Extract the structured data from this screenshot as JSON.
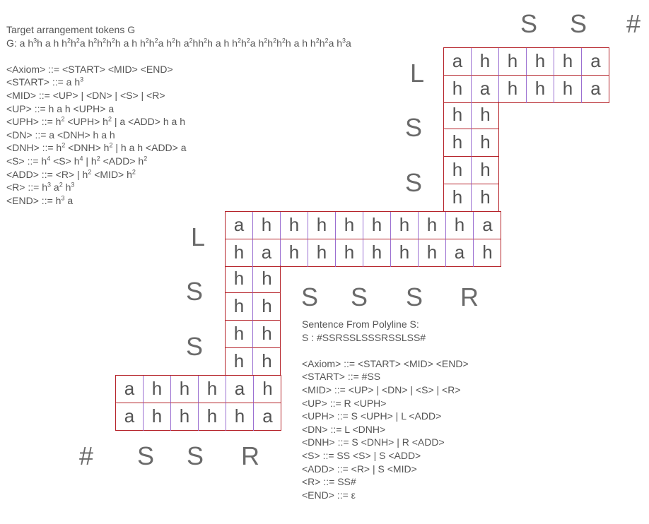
{
  "grammar_g": {
    "title": "Target arrangement tokens G",
    "string_html": "G: a h<sup>3</sup>h a h h<sup>2</sup>h<sup>2</sup>a h<sup>2</sup>h<sup>2</sup>h<sup>2</sup>h a h h<sup>2</sup>h<sup>2</sup>a h<sup>2</sup>h a<sup>2</sup>hh<sup>2</sup>h a h h<sup>2</sup>h<sup>2</sup>a h<sup>2</sup>h<sup>2</sup>h<sup>2</sup>h a h h<sup>2</sup>h<sup>2</sup>a h<sup>3</sup>a",
    "rules_html": [
      "&lt;Axiom&gt; ::= &lt;START&gt; &lt;MID&gt; &lt;END&gt;",
      "&lt;START&gt; ::= a h<sup>3</sup>",
      "&lt;MID&gt; ::= &lt;UP&gt; | &lt;DN&gt; | &lt;S&gt; | &lt;R&gt;",
      "&lt;UP&gt; ::= h a h &lt;UPH&gt; a",
      "&lt;UPH&gt; ::= h<sup>2</sup> &lt;UPH&gt; h<sup>2</sup> | a &lt;ADD&gt; h a h",
      "&lt;DN&gt; ::= a &lt;DNH&gt; h a h",
      "&lt;DNH&gt; ::= h<sup>2</sup> &lt;DNH&gt; h<sup>2</sup> | h a h &lt;ADD&gt; a",
      "&lt;S&gt; ::= h<sup>4</sup> &lt;S&gt; h<sup>4</sup> | h<sup>2</sup> &lt;ADD&gt; h<sup>2</sup>",
      "&lt;ADD&gt; ::= &lt;R&gt; | h<sup>2</sup> &lt;MID&gt; h<sup>2</sup>",
      "&lt;R&gt; ::= h<sup>3</sup> a<sup>2</sup> h<sup>3</sup>",
      "&lt;END&gt; ::= h<sup>3</sup> a"
    ]
  },
  "grammar_s": {
    "title": "Sentence From Polyline S:",
    "sentence": "S : #SSRSSLSSSRSSLSS#",
    "rules": [
      "<Axiom> ::= <START> <MID> <END>",
      "<START> ::= #SS",
      "<MID> ::= <UP> | <DN> | <S> | <R>",
      "<UP> ::= R <UPH>",
      "<UPH> ::= S <UPH> | L <ADD>",
      "<DN> ::= L <DNH>",
      "<DNH> ::= S <DNH> | R <ADD>",
      "<S> ::= SS <S> | S <ADD>",
      "<ADD> ::= <R> | S <MID>",
      "<R> ::= SS#",
      "<END> ::= ε"
    ]
  },
  "symbols": {
    "top": [
      "S",
      "S",
      "#"
    ],
    "upper_left_column": [
      "L",
      "S",
      "S"
    ],
    "middle_left_column": [
      "L",
      "S",
      "S"
    ],
    "middle_row": [
      "S",
      "S",
      "S",
      "R"
    ],
    "bottom_row": [
      "#",
      "S",
      "S",
      "R"
    ]
  },
  "grids": {
    "top_block": [
      [
        "a",
        "h",
        "h",
        "h",
        "h",
        "a"
      ],
      [
        "h",
        "a",
        "h",
        "h",
        "h",
        "a"
      ]
    ],
    "upper_column": [
      [
        "h",
        "h"
      ],
      [
        "h",
        "h"
      ],
      [
        "h",
        "h"
      ],
      [
        "h",
        "h"
      ]
    ],
    "middle_block": [
      [
        "a",
        "h",
        "h",
        "h",
        "h",
        "h",
        "h",
        "h",
        "h",
        "a"
      ],
      [
        "h",
        "a",
        "h",
        "h",
        "h",
        "h",
        "h",
        "h",
        "a",
        "h"
      ]
    ],
    "lower_column": [
      [
        "h",
        "h"
      ],
      [
        "h",
        "h"
      ],
      [
        "h",
        "h"
      ],
      [
        "h",
        "h"
      ]
    ],
    "bottom_block": [
      [
        "a",
        "h",
        "h",
        "h",
        "a",
        "h"
      ],
      [
        "a",
        "h",
        "h",
        "h",
        "h",
        "a"
      ]
    ]
  },
  "colors": {
    "text": "#555555",
    "outline": "#b5232a",
    "inner_grid": "#9b6fd1"
  }
}
